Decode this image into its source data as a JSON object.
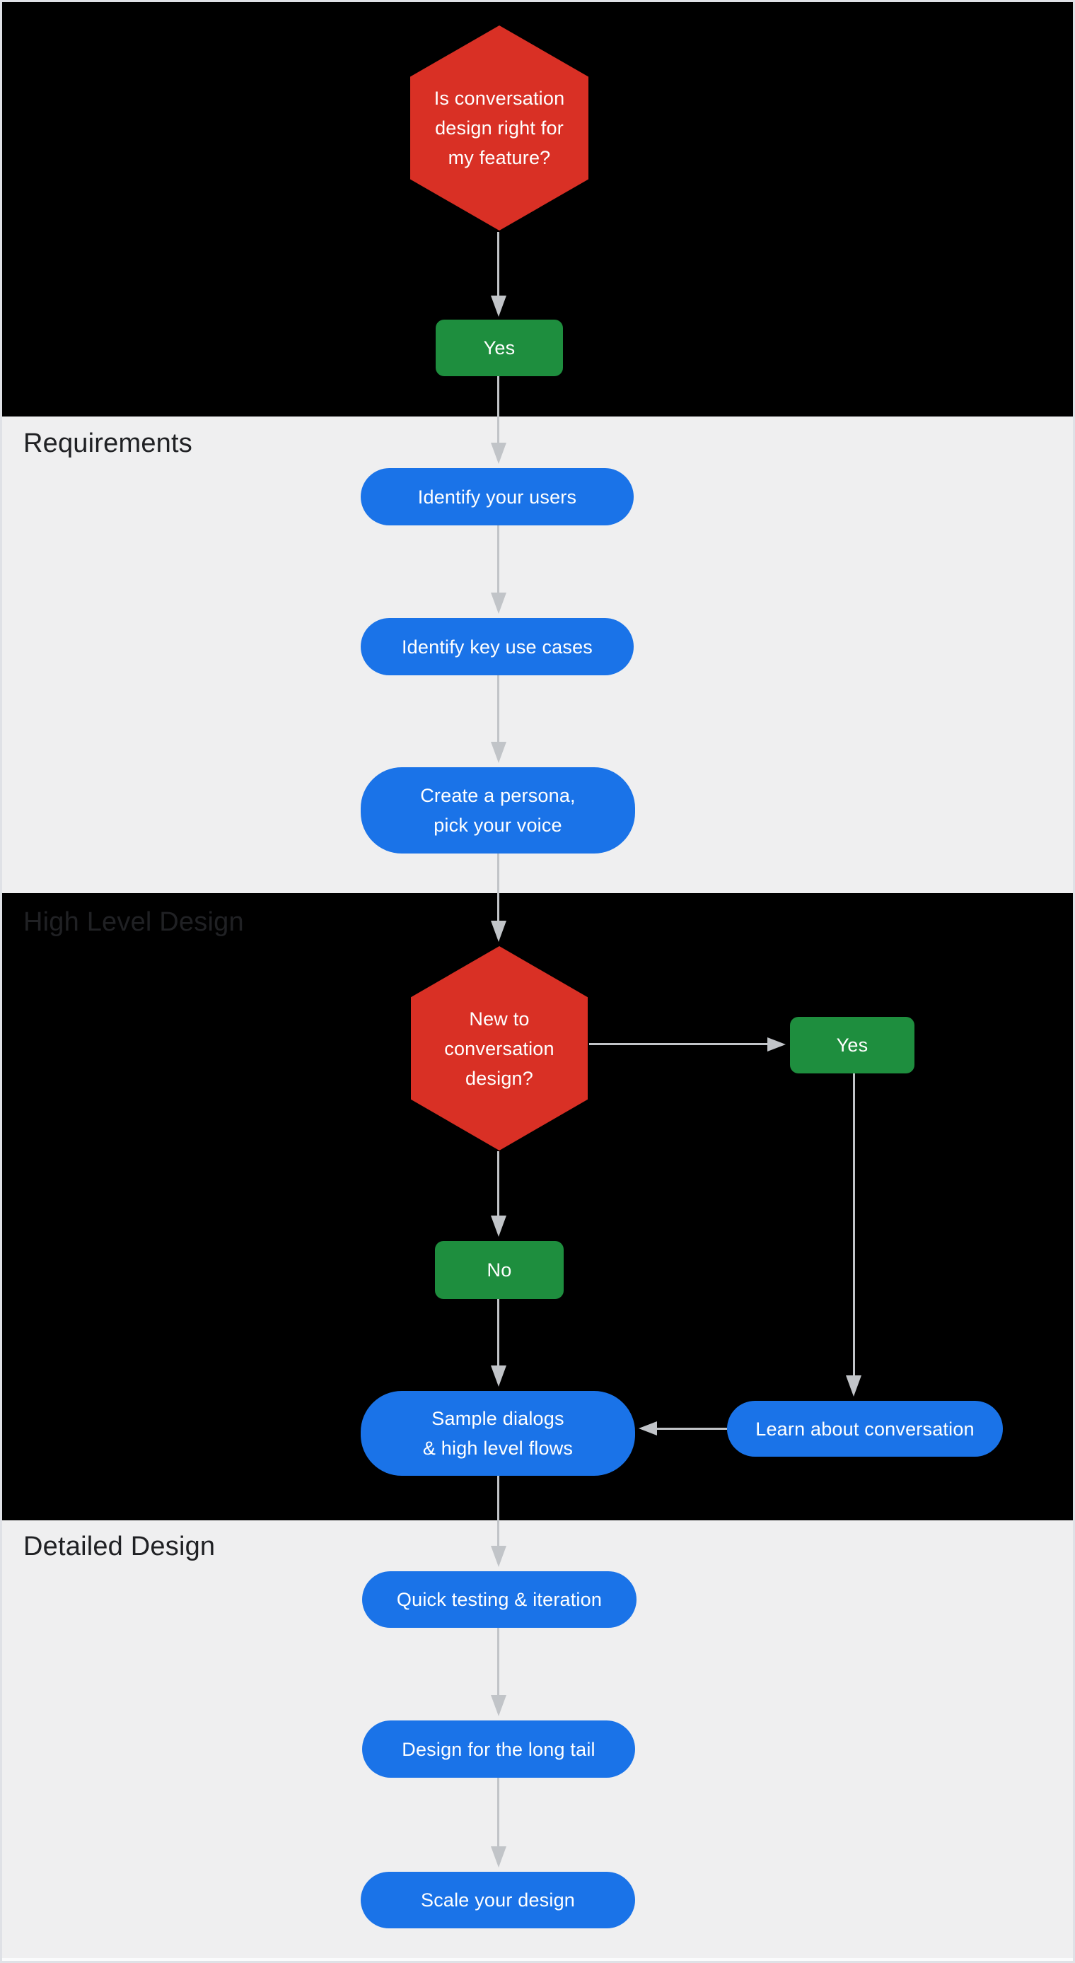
{
  "sections": [
    {
      "label": ""
    },
    {
      "label": "Requirements"
    },
    {
      "label": "High Level Design"
    },
    {
      "label": "Detailed Design"
    }
  ],
  "nodes": {
    "decision_start": {
      "label": "Is conversation\ndesign right for\nmy feature?",
      "shape": "hexagon"
    },
    "answer_yes_start": {
      "label": "Yes"
    },
    "identify_users": {
      "label": "Identify your users"
    },
    "identify_use_cases": {
      "label": "Identify key use cases"
    },
    "create_persona": {
      "label": "Create a persona,\npick your voice"
    },
    "decision_new": {
      "label": "New to\nconversation\ndesign?",
      "shape": "hexagon"
    },
    "answer_yes_new": {
      "label": "Yes"
    },
    "answer_no_new": {
      "label": "No"
    },
    "sample_dialogs": {
      "label": "Sample dialogs\n& high level flows"
    },
    "learn_conversation": {
      "label": "Learn about conversation"
    },
    "quick_testing": {
      "label": "Quick testing & iteration"
    },
    "long_tail": {
      "label": "Design for the long tail"
    },
    "scale_design": {
      "label": "Scale your design"
    }
  },
  "colors": {
    "decision": "#d93025",
    "answer": "#1e8e3e",
    "step": "#1a73e8",
    "arrow": "#c1c4c8",
    "section_dark": "#000000",
    "section_light": "#efeff0",
    "label": "#202124",
    "frame": "#dfe1e6",
    "bottom_strip": "#fafbfc"
  }
}
